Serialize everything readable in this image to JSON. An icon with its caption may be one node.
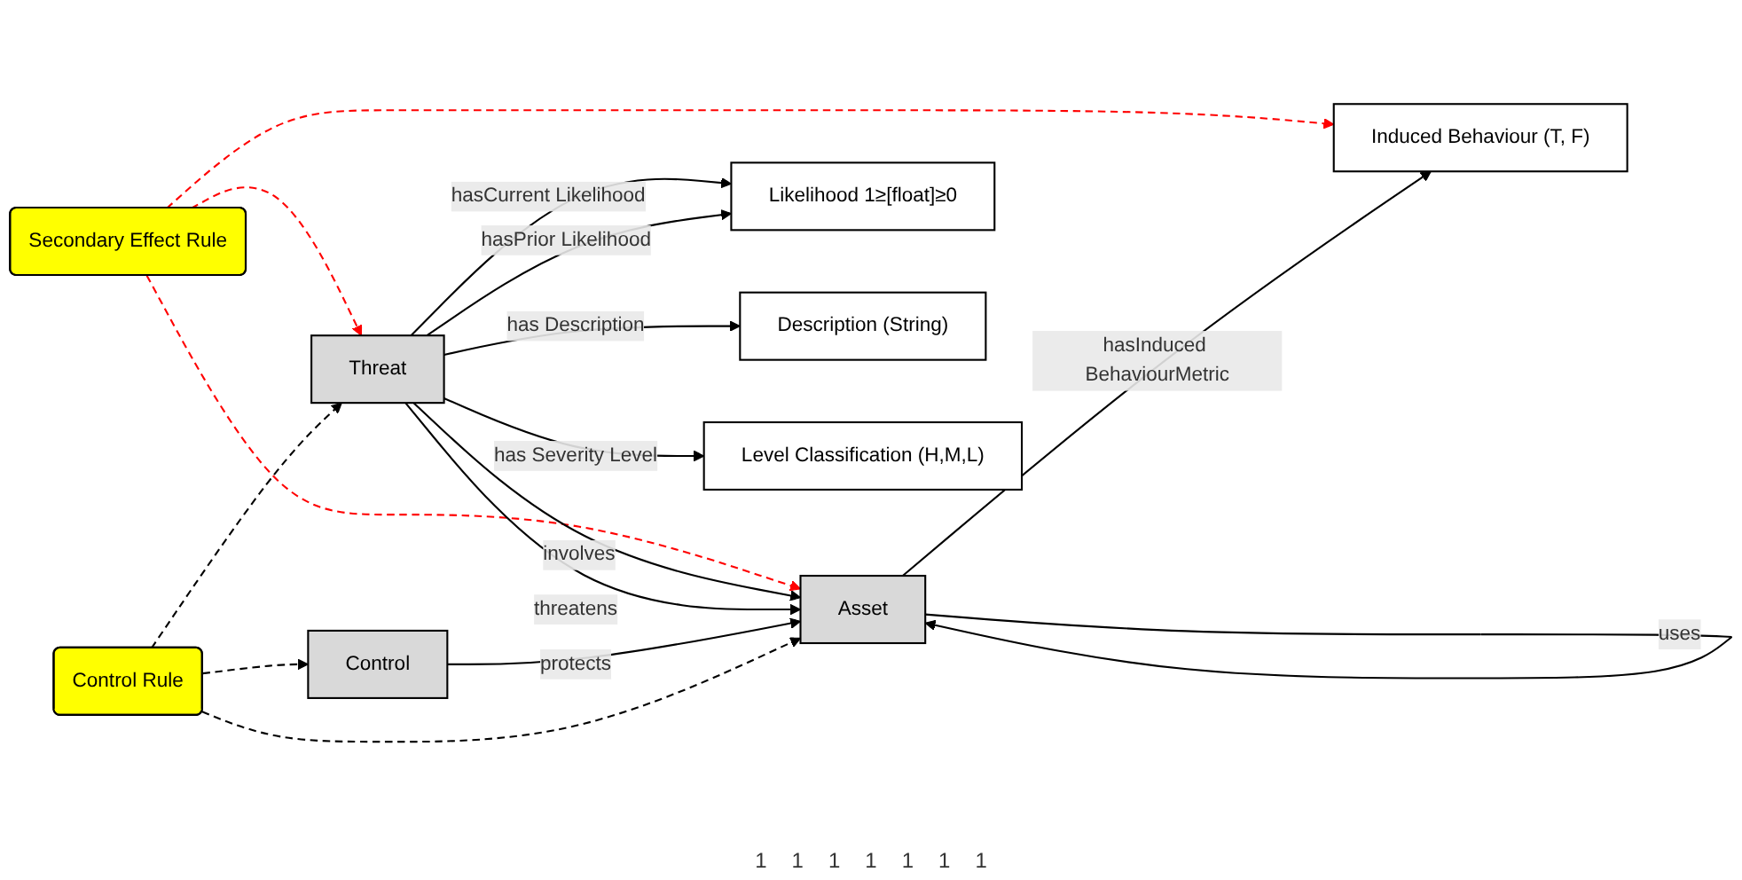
{
  "diagram": {
    "nodes": [
      {
        "text": [
          "Secondary Effect Rule"
        ]
      },
      {
        "text": [
          "Induced Behaviour (T, F)"
        ]
      },
      {
        "text": [
          "Asset"
        ]
      },
      {
        "text": [
          "Threat"
        ]
      },
      {
        "text": [
          "Likelihood 1≥[float]≥0"
        ]
      },
      {
        "text": [
          "Description (String)"
        ]
      },
      {
        "text": [
          "Control"
        ]
      },
      {
        "text": [
          "Control Rule"
        ]
      },
      {
        "text": [
          "Level Classification (H,M,L)"
        ]
      }
    ],
    "edges": [
      {
        "from": 0,
        "to": 1,
        "arrow": "to",
        "style": "dashed",
        "color": "#ff0000"
      },
      {
        "from": 0,
        "to": 2,
        "arrow": "to",
        "style": "dashed",
        "color": "#ff0000"
      },
      {
        "from": 0,
        "to": 3,
        "arrow": "to",
        "style": "dashed",
        "color": "#ff0000"
      },
      {
        "from": 2,
        "to": 2,
        "arrow": "to",
        "label": "uses"
      },
      {
        "from": 3,
        "to": 2,
        "arrow": "to",
        "label": "involves"
      },
      {
        "from": 2,
        "to": 1,
        "arrow": "to",
        "label": "hasInduced BehaviourMetric"
      },
      {
        "from": 3,
        "to": 2,
        "arrow": "to",
        "label": "threatens"
      },
      {
        "from": 3,
        "to": 4,
        "arrow": "to",
        "label": "hasCurrent Likelihood"
      },
      {
        "from": 3,
        "to": 4,
        "arrow": "to",
        "label": "hasPrior Likelihood"
      },
      {
        "from": 3,
        "to": 5,
        "arrow": "to",
        "label": "has Description"
      },
      {
        "from": 3,
        "to": 8,
        "arrow": "to",
        "label": "has Severity Level"
      },
      {
        "from": 6,
        "to": 2,
        "arrow": "to",
        "label": "protects"
      },
      {
        "from": 7,
        "to": 2,
        "arrow": "to",
        "style": "dashed"
      },
      {
        "from": 7,
        "to": 3,
        "arrow": "to",
        "style": "dashed"
      },
      {
        "from": 7,
        "to": 6,
        "arrow": "to",
        "style": "dashed"
      }
    ],
    "labels": [
      "1",
      "1",
      "1",
      "1",
      "1",
      "1",
      "1"
    ]
  }
}
